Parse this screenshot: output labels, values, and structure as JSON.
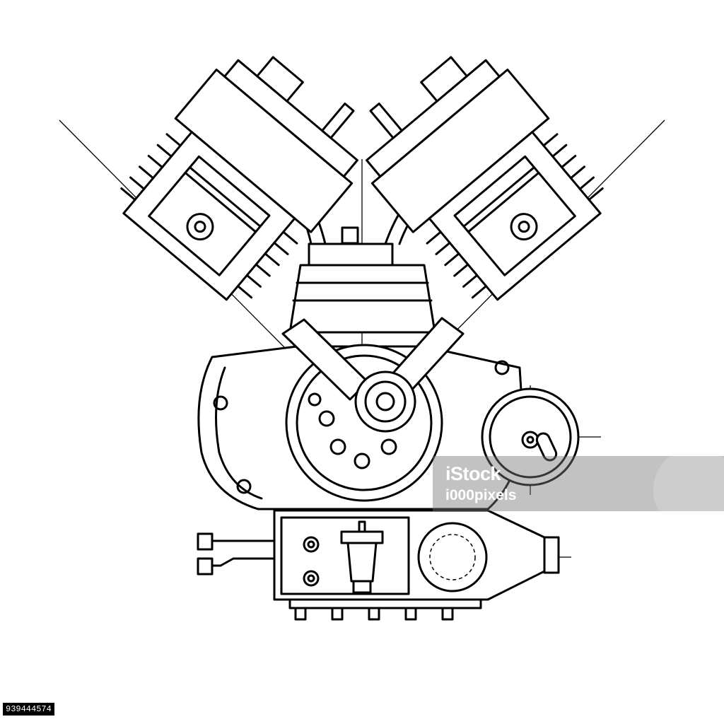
{
  "figure": {
    "subject_icon": "v-twin-engine-drawing",
    "line_color": "#000000",
    "background_color": "#ffffff"
  },
  "watermark": {
    "brand": "iStock",
    "credit": "i000pixels"
  },
  "stock_id": "939444574"
}
